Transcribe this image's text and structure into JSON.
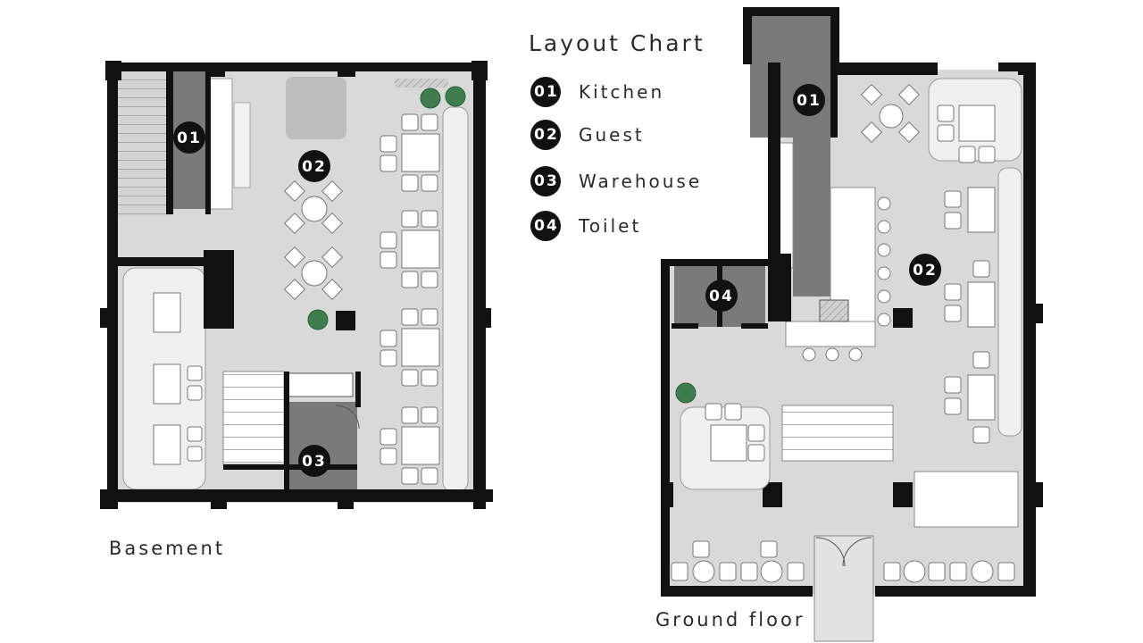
{
  "legend": {
    "title": "Layout Chart",
    "items": [
      {
        "num": "01",
        "label": "Kitchen"
      },
      {
        "num": "02",
        "label": "Guest"
      },
      {
        "num": "03",
        "label": "Warehouse"
      },
      {
        "num": "04",
        "label": "Toilet"
      }
    ]
  },
  "floors": {
    "basement": {
      "label": "Basement",
      "markers": [
        {
          "num": "01",
          "room": "Kitchen"
        },
        {
          "num": "02",
          "room": "Guest"
        },
        {
          "num": "03",
          "room": "Warehouse"
        }
      ]
    },
    "ground": {
      "label": "Ground floor",
      "markers": [
        {
          "num": "01",
          "room": "Kitchen"
        },
        {
          "num": "02",
          "room": "Guest"
        },
        {
          "num": "04",
          "room": "Toilet"
        }
      ]
    }
  },
  "colors": {
    "wall": "#111111",
    "floor": "#d9d9d9",
    "service_room": "#7a7a7a",
    "badge": "#111111",
    "furniture": "#ffffff",
    "plant": "#3f7d4f"
  }
}
